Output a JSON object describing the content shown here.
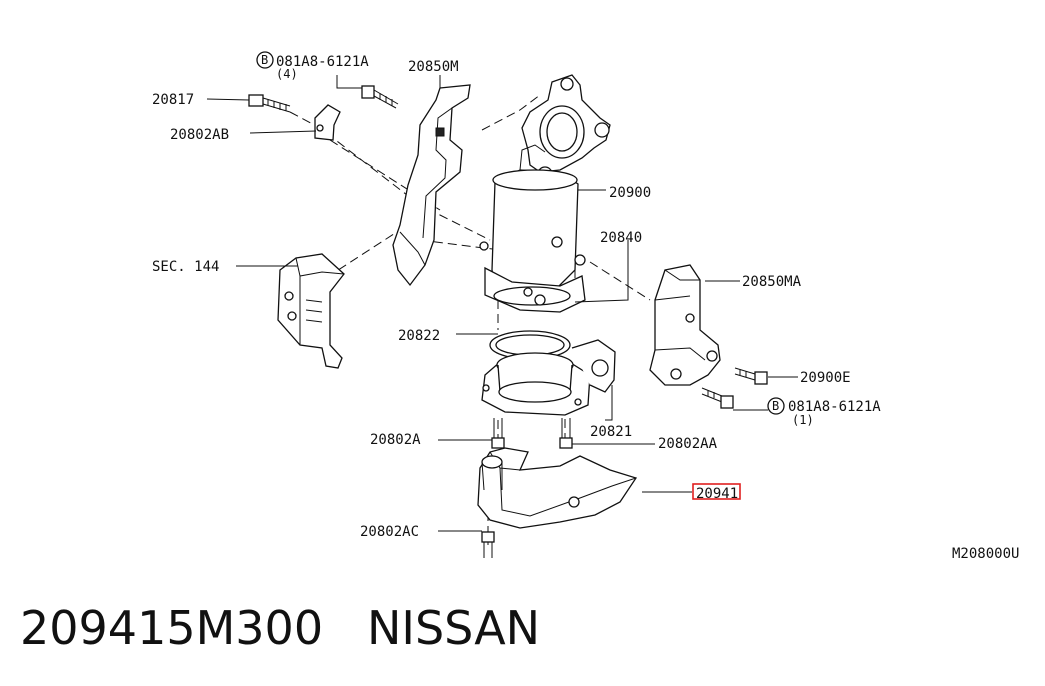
{
  "labels": {
    "bolt_ref_top": "081A8-6121A",
    "bolt_qty_top": "(4)",
    "p20817": "20817",
    "p20802AB": "20802AB",
    "p20850M": "20850M",
    "p20900": "20900",
    "p20840": "20840",
    "sec144": "SEC. 144",
    "p20850MA": "20850MA",
    "p20822": "20822",
    "p20900E": "20900E",
    "bolt_ref_bottom": "081A8-6121A",
    "bolt_qty_bottom": "(1)",
    "p20802A": "20802A",
    "p20821": "20821",
    "p20802AA": "20802AA",
    "p20941": "20941",
    "p20802AC": "20802AC",
    "diagram_code": "M208000U",
    "circle_b": "B"
  },
  "footer": {
    "part_number": "209415M300",
    "brand": "NISSAN"
  },
  "highlight_color": "#e02020"
}
